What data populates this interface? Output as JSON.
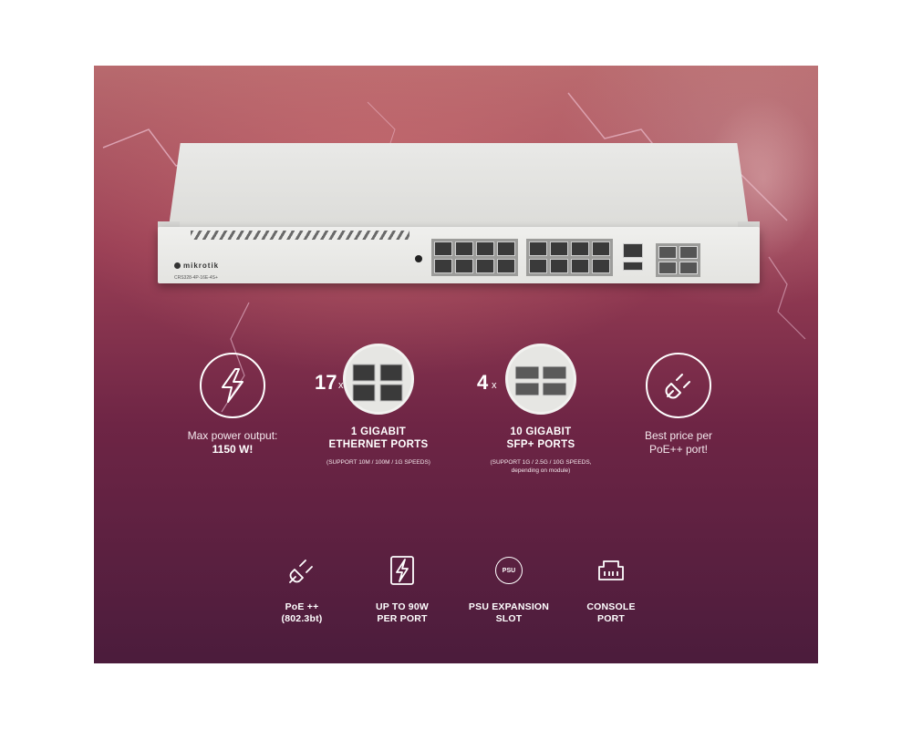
{
  "product": {
    "brand": "mikrotik",
    "model": "CRS328-4P-16E-4S+"
  },
  "features": {
    "power": {
      "icon": "lightning-bolt-icon",
      "line1": "Max power output:",
      "line2": "1150 W!"
    },
    "ethernet": {
      "count": "17",
      "multiplier": "x",
      "title1": "1 GIGABIT",
      "title2": "ETHERNET PORTS",
      "note": "(SUPPORT 10M / 100M / 1G SPEEDS)"
    },
    "sfp": {
      "count": "4",
      "multiplier": "x",
      "title1": "10 GIGABIT",
      "title2": "SFP+ PORTS",
      "note1": "(SUPPORT 1G / 2.5G / 10G SPEEDS,",
      "note2": "depending on module)"
    },
    "price": {
      "icon": "power-plug-icon",
      "line1": "Best price per",
      "line2": "PoE++ port!"
    }
  },
  "bottom_features": [
    {
      "icon": "plug-icon",
      "line1": "PoE ++",
      "line2": "(802.3bt)"
    },
    {
      "icon": "power-card-icon",
      "line1": "UP TO 90W",
      "line2": "PER PORT"
    },
    {
      "icon": "psu-icon",
      "icon_text": "PSU",
      "line1": "PSU EXPANSION",
      "line2": "SLOT"
    },
    {
      "icon": "console-port-icon",
      "line1": "CONSOLE",
      "line2": "PORT"
    }
  ],
  "colors": {
    "banner_top": "#b86a6e",
    "banner_bottom": "#4b1c3c",
    "text": "#ffffff"
  }
}
